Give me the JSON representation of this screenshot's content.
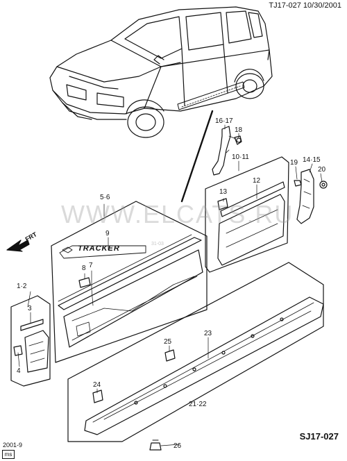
{
  "header": {
    "code": "TJ17-027  10/30/2001"
  },
  "footer": {
    "date": "2001-9",
    "ms_label": "ms",
    "sheet_code": "SJ17-027"
  },
  "watermark": {
    "text": "WWW.ELCATS.RU",
    "small": "31-03"
  },
  "direction": {
    "label": "FRT"
  },
  "badge_text": "TRACKER",
  "parts": {
    "p1": "1·2",
    "p3": "3",
    "p4": "4",
    "p56": "5·6",
    "p7": "7",
    "p8": "8",
    "p9": "9",
    "p1011": "10·11",
    "p12": "12",
    "p13": "13",
    "p1415": "14·15",
    "p1617": "16·17",
    "p18": "18",
    "p19": "19",
    "p20": "20",
    "p2122": "21·22",
    "p23": "23",
    "p24": "24",
    "p25": "25",
    "p26": "26"
  },
  "colors": {
    "line": "#111111",
    "watermark": "#9a9a9a"
  }
}
